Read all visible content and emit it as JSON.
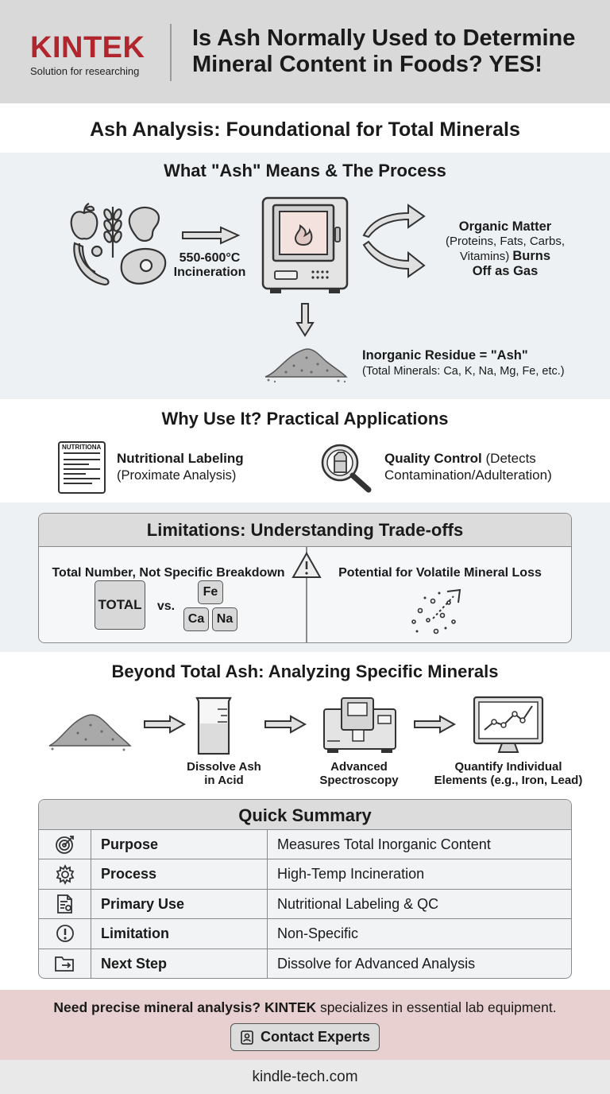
{
  "header": {
    "brand": "KINTEK",
    "tagline": "Solution for researching",
    "title": "Is Ash Normally Used to Determine Mineral Content in Foods? YES!"
  },
  "main_title": "Ash Analysis: Foundational for Total Minerals",
  "process": {
    "heading": "What \"Ash\" Means & The Process",
    "incineration_temp": "550-600°C",
    "incineration_label": "Incineration",
    "organic_title": "Organic Matter",
    "organic_detail": "(Proteins, Fats, Carbs,",
    "organic_detail_2": "Vitamins)",
    "organic_result": "Burns",
    "organic_result_2": "Off as Gas",
    "residue_title": "Inorganic Residue = \"Ash\"",
    "residue_detail": "(Total Minerals: Ca, K, Na, Mg, Fe, etc.)"
  },
  "applications": {
    "heading": "Why Use It? Practical Applications",
    "label_text": "NUTRITIONA",
    "item1_title": "Nutritional Labeling",
    "item1_detail": "(Proximate Analysis)",
    "item2_title": "Quality Control",
    "item2_detail_a": "(Detects",
    "item2_detail_b": "Contamination/Adulteration)"
  },
  "limitations": {
    "heading": "Limitations: Understanding Trade-offs",
    "left_title": "Total Number, Not Specific Breakdown",
    "total_tile": "TOTAL",
    "vs": "vs.",
    "tiles": [
      "Fe",
      "Ca",
      "Na"
    ],
    "right_title": "Potential for Volatile Mineral Loss"
  },
  "beyond": {
    "heading": "Beyond Total Ash: Analyzing Specific Minerals",
    "step1_a": "Dissolve Ash",
    "step1_b": "in Acid",
    "step2_a": "Advanced",
    "step2_b": "Spectroscopy",
    "step3_a": "Quantify Individual",
    "step3_b": "Elements (e.g., Iron, Lead)"
  },
  "summary": {
    "heading": "Quick Summary",
    "rows": [
      {
        "icon": "target-icon",
        "key": "Purpose",
        "value": "Measures Total Inorganic Content"
      },
      {
        "icon": "gear-icon",
        "key": "Process",
        "value": "High-Temp Incineration"
      },
      {
        "icon": "document-icon",
        "key": "Primary Use",
        "value": "Nutritional Labeling & QC"
      },
      {
        "icon": "exclamation-icon",
        "key": "Limitation",
        "value": "Non-Specific"
      },
      {
        "icon": "folder-arrow-icon",
        "key": "Next Step",
        "value": "Dissolve for Advanced Analysis"
      }
    ]
  },
  "cta": {
    "text_a": "Need precise mineral analysis?",
    "brand": "KINTEK",
    "text_b": "specializes in essential lab equipment.",
    "button": "Contact Experts"
  },
  "site": "kindle-tech.com",
  "colors": {
    "brand": "#b0262c",
    "header_bg": "#d9d9d9",
    "panel_bg": "#eef1f3",
    "cta_bg": "#e8d0d0"
  }
}
